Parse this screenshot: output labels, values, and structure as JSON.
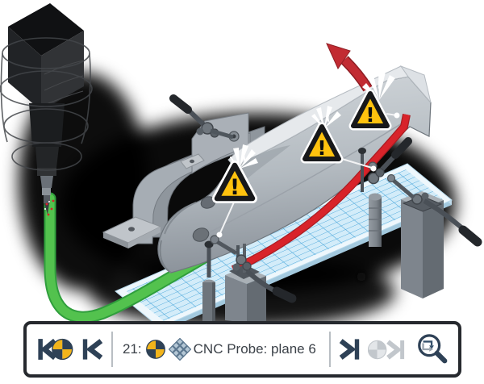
{
  "toolbar": {
    "step_prefix": "21:",
    "operation_label": "CNC Probe: plane 6",
    "icons": {
      "jump_to_start": "skip-to-start-with-datum",
      "step_back": "skip-back",
      "operation_datum": "datum-target-circle",
      "operation_mesh": "probe-mesh-diamond",
      "step_forward": "skip-forward",
      "step_forward_datum": "skip-forward-with-datum-disabled",
      "zoom_segment": "magnifier-with-toolpath"
    },
    "colors": {
      "accent_navy": "#2e4156",
      "datum_yellow": "#f2b41b",
      "disabled_gray": "#c2c7cc",
      "text": "#3b4148"
    }
  },
  "scene": {
    "warning_glyph": "!",
    "warning_count": 3,
    "colors": {
      "toolpath_safe_green": "#53c24e",
      "toolpath_collision_red": "#d8232a",
      "warning_yellow": "#ffc20e",
      "retract_arrow_red": "#c22b32",
      "fixture_grid_blue": "#49a6da"
    }
  }
}
